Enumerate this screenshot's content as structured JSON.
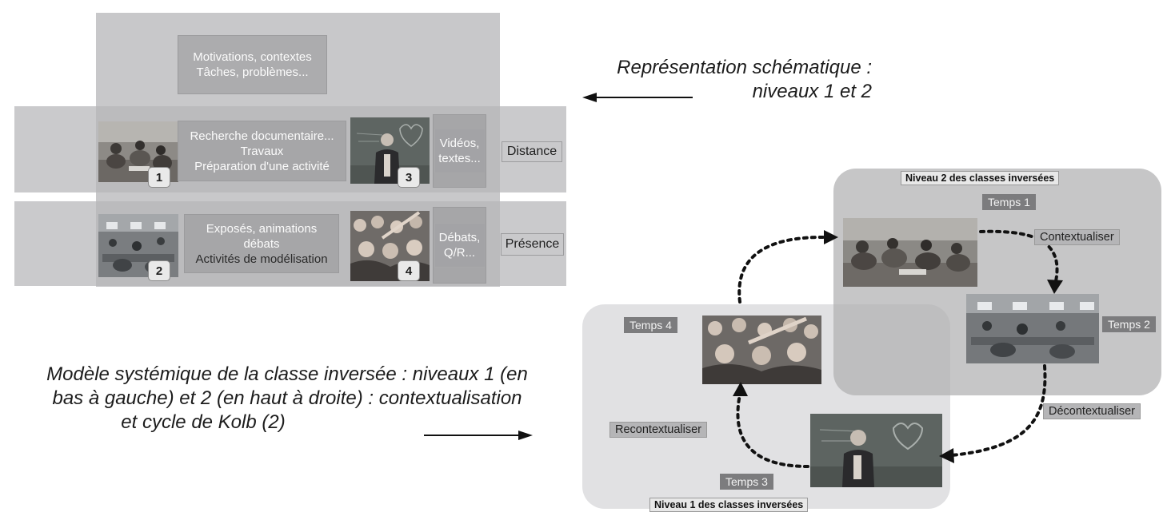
{
  "schema": {
    "top_box": {
      "line1": "Motivations, contextes",
      "line2": "Tâches, problèmes..."
    },
    "distance_row": {
      "center": {
        "line1": "Recherche documentaire...",
        "line2": "Travaux",
        "line3": "Préparation d'une activité"
      },
      "side": {
        "line1": "Vidéos,",
        "line2": "textes..."
      },
      "label": "Distance",
      "badge_left": "1",
      "badge_right": "3"
    },
    "presence_row": {
      "center": {
        "line1": "Exposés, animations",
        "line2": "débats",
        "line3": "Activités de modélisation"
      },
      "side": {
        "line1": "Débats,",
        "line2": "Q/R..."
      },
      "label": "Présence",
      "badge_left": "2",
      "badge_right": "4"
    }
  },
  "captions": {
    "schematic": {
      "line1": "Représentation schématique :",
      "line2": "niveaux 1 et 2"
    },
    "model": {
      "line1": "Modèle systémique de la classe inversée : niveaux 1 (en",
      "line2": "bas à gauche) et 2 (en haut à droite) : contextualisation",
      "line3": "et cycle de Kolb (2)"
    }
  },
  "model": {
    "level2_title": "Niveau 2 des classes inversées",
    "level1_title": "Niveau 1 des classes inversées",
    "temps": {
      "t1": "Temps 1",
      "t2": "Temps 2",
      "t3": "Temps 3",
      "t4": "Temps 4"
    },
    "actions": {
      "contextualiser": "Contextualiser",
      "decontextualiser": "Décontextualiser",
      "recontextualiser": "Recontextualiser"
    }
  },
  "colors": {
    "band": "#b6b6b8",
    "box_text": "#fbfbfb",
    "dark_tag": "#7c7c7e",
    "arrow": "#111111"
  }
}
